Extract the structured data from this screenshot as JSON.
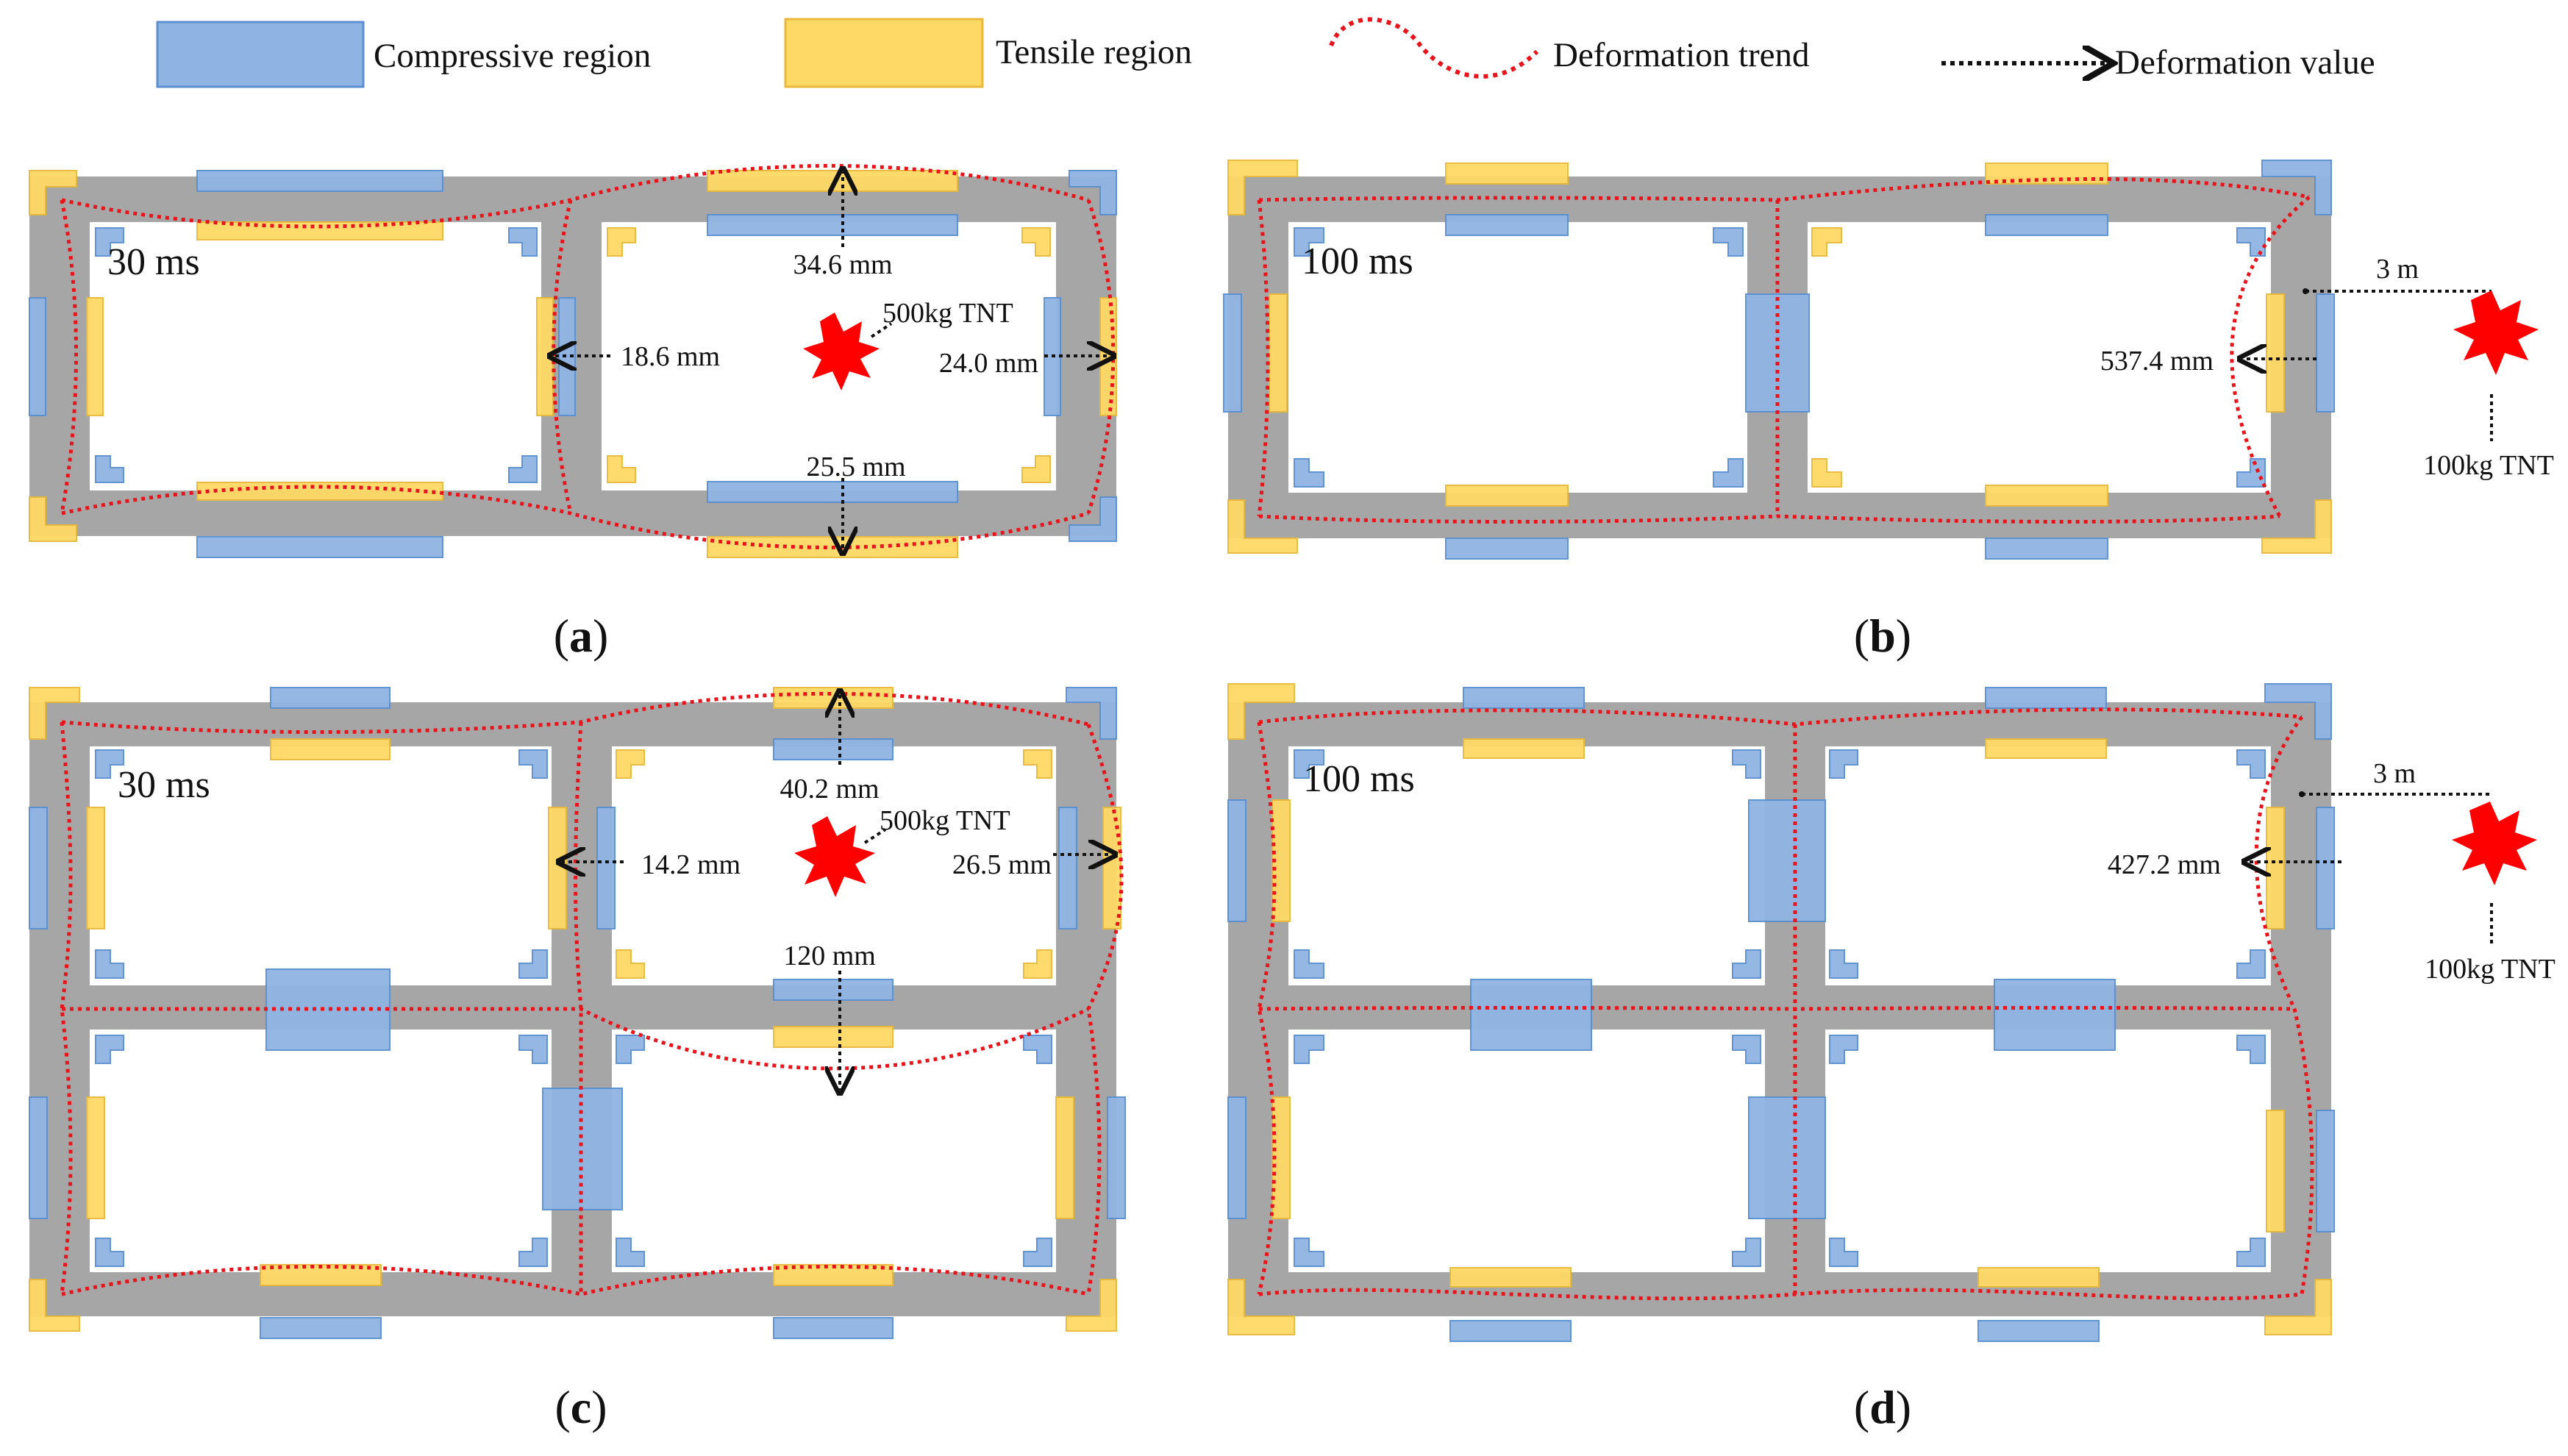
{
  "legend": {
    "compressive": {
      "label": "Compressive region",
      "color": "#8FB4E3"
    },
    "tensile": {
      "label": "Tensile region",
      "color": "#FFD966"
    },
    "trend": {
      "label": "Deformation trend",
      "color": "#E8141B"
    },
    "value": {
      "label": "Deformation value",
      "color": "#111111"
    }
  },
  "frame_color": "#A6A6A6",
  "blast_color": "#FF0000",
  "panels": {
    "a": {
      "caption_letter": "a",
      "time": "30 ms",
      "explosive": "500kg TNT",
      "values": [
        "34.6 mm",
        "18.6 mm",
        "24.0 mm",
        "25.5 mm"
      ]
    },
    "b": {
      "caption_letter": "b",
      "time": "100 ms",
      "distance": "3 m",
      "explosive": "100kg TNT",
      "values": [
        "537.4 mm"
      ]
    },
    "c": {
      "caption_letter": "c",
      "time": "30 ms",
      "explosive": "500kg TNT",
      "values": [
        "40.2 mm",
        "14.2 mm",
        "26.5 mm",
        "120 mm"
      ]
    },
    "d": {
      "caption_letter": "d",
      "time": "100 ms",
      "distance": "3 m",
      "explosive": "100kg TNT",
      "values": [
        "427.2 mm"
      ]
    }
  }
}
